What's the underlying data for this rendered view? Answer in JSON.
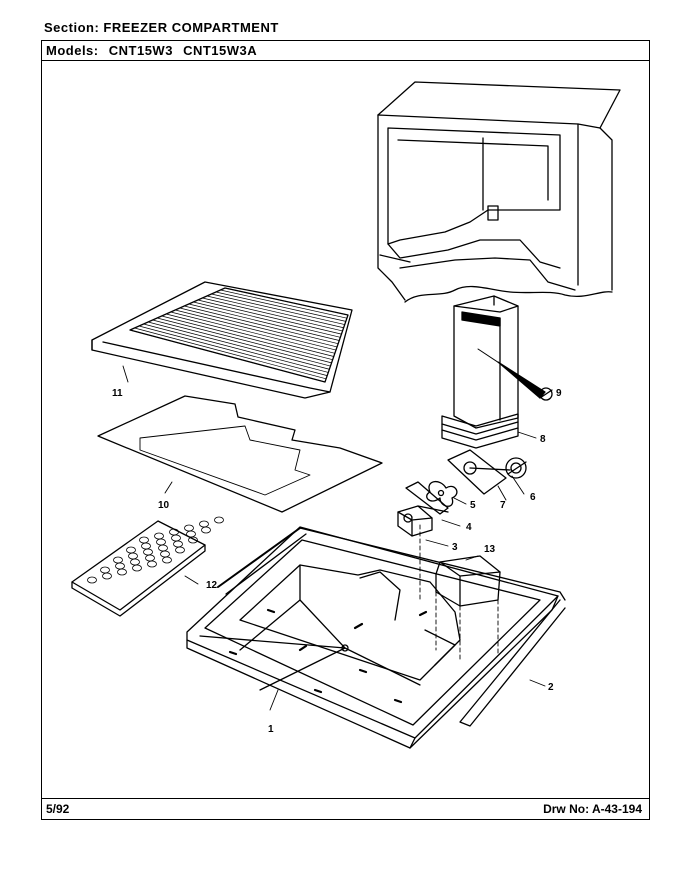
{
  "header": {
    "section_label": "Section:",
    "section_value": "FREEZER COMPARTMENT",
    "models_label": "Models:",
    "models": [
      "CNT15W3",
      "CNT15W3A"
    ]
  },
  "footer": {
    "date": "5/92",
    "drawing_label": "Drw No:",
    "drawing_number": "A-43-194"
  },
  "callouts": [
    "1",
    "2",
    "3",
    "4",
    "5",
    "6",
    "7",
    "8",
    "9",
    "10",
    "11",
    "12",
    "13"
  ]
}
